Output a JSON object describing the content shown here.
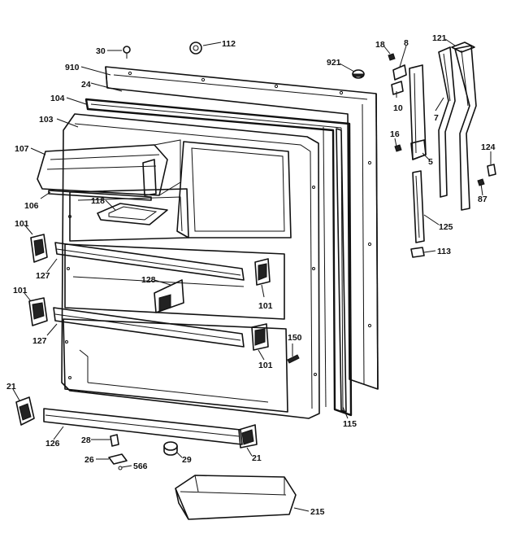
{
  "callouts": [
    {
      "id": "c30",
      "text": "30"
    },
    {
      "id": "c112",
      "text": "112"
    },
    {
      "id": "c910",
      "text": "910"
    },
    {
      "id": "c24",
      "text": "24"
    },
    {
      "id": "c104",
      "text": "104"
    },
    {
      "id": "c103",
      "text": "103"
    },
    {
      "id": "c107",
      "text": "107"
    },
    {
      "id": "c106",
      "text": "106"
    },
    {
      "id": "c118",
      "text": "118"
    },
    {
      "id": "c101a",
      "text": "101"
    },
    {
      "id": "c127a",
      "text": "127"
    },
    {
      "id": "c128",
      "text": "128"
    },
    {
      "id": "c101b",
      "text": "101"
    },
    {
      "id": "c101c",
      "text": "101"
    },
    {
      "id": "c127b",
      "text": "127"
    },
    {
      "id": "c101d",
      "text": "101"
    },
    {
      "id": "c150",
      "text": "150"
    },
    {
      "id": "c21a",
      "text": "21"
    },
    {
      "id": "c126",
      "text": "126"
    },
    {
      "id": "c28",
      "text": "28"
    },
    {
      "id": "c26",
      "text": "26"
    },
    {
      "id": "c566",
      "text": "566"
    },
    {
      "id": "c29",
      "text": "29"
    },
    {
      "id": "c21b",
      "text": "21"
    },
    {
      "id": "c215",
      "text": "215"
    },
    {
      "id": "c115",
      "text": "115"
    },
    {
      "id": "c921",
      "text": "921"
    },
    {
      "id": "c18",
      "text": "18"
    },
    {
      "id": "c8",
      "text": "8"
    },
    {
      "id": "c10",
      "text": "10"
    },
    {
      "id": "c16",
      "text": "16"
    },
    {
      "id": "c5",
      "text": "5"
    },
    {
      "id": "c121",
      "text": "121"
    },
    {
      "id": "c7",
      "text": "7"
    },
    {
      "id": "c124",
      "text": "124"
    },
    {
      "id": "c87",
      "text": "87"
    },
    {
      "id": "c125",
      "text": "125"
    },
    {
      "id": "c113",
      "text": "113"
    }
  ]
}
